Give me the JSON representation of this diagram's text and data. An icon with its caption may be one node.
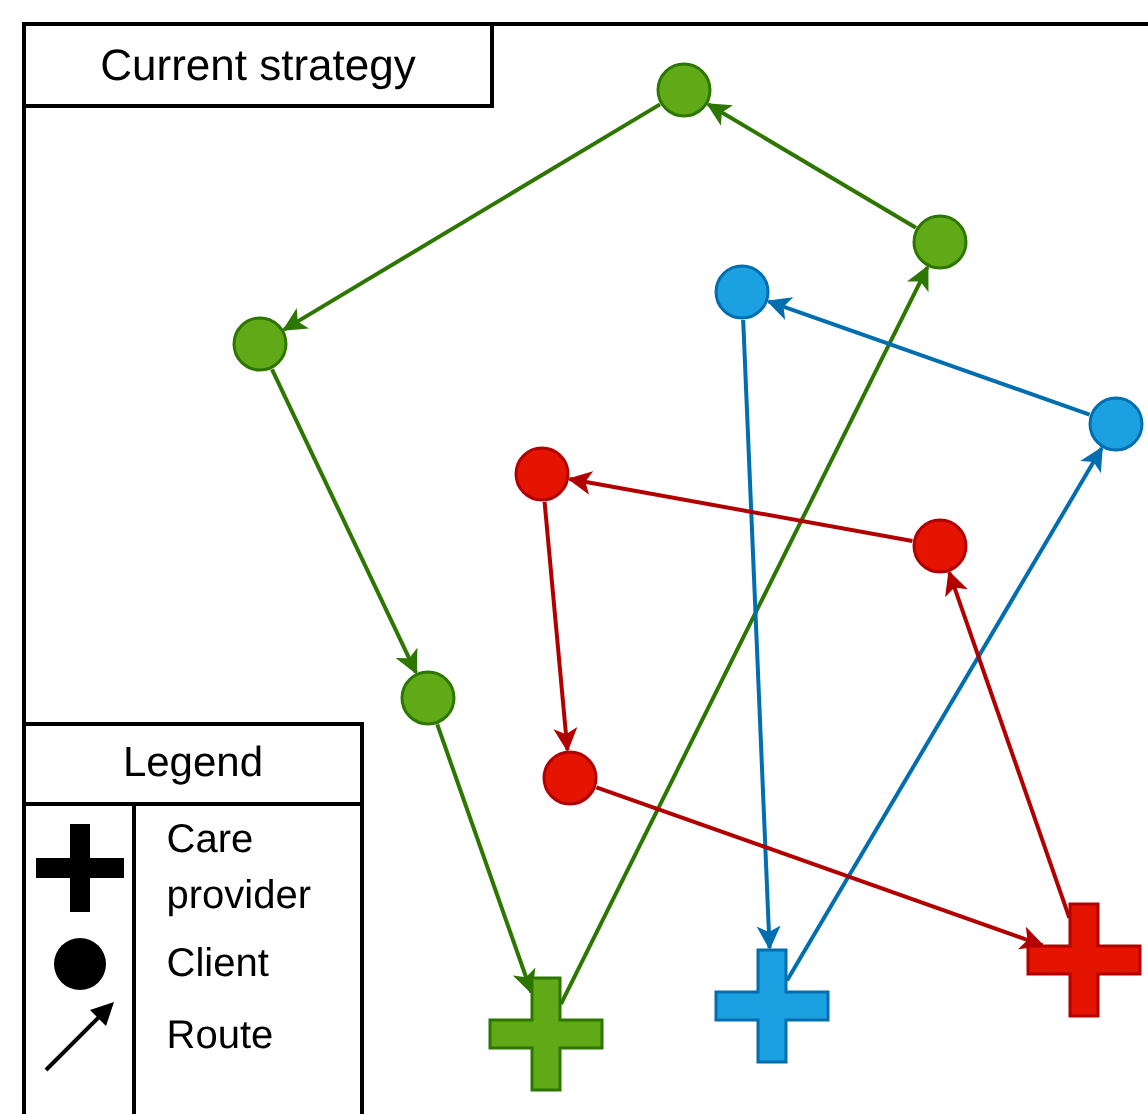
{
  "diagram": {
    "nodes": [
      {
        "text": [
          "Current strategy"
        ]
      },
      {
        "text": [],
        "shape": "circle",
        "in": 0
      },
      {
        "text": [],
        "shape": "circle",
        "in": 0
      },
      {
        "text": [],
        "shape": "circle",
        "in": 0
      },
      {
        "text": [],
        "shape": "circle",
        "in": 0
      },
      {
        "text": [],
        "shape": "circle",
        "in": 0
      },
      {
        "text": [],
        "shape": "circle",
        "in": 0
      },
      {
        "text": [],
        "shape": "circle",
        "in": 0
      },
      {
        "text": [],
        "shape": "circle",
        "in": 0
      },
      {
        "text": [],
        "shape": "circle",
        "in": 0
      },
      {
        "text": [],
        "shape": "cross",
        "in": 0
      },
      {
        "text": [],
        "shape": "cross",
        "in": 0
      },
      {
        "text": [],
        "shape": "cross",
        "in": 0
      }
    ],
    "edges": [
      {
        "from": 2,
        "to": 1,
        "arrow": "to"
      },
      {
        "from": 1,
        "to": 4,
        "arrow": "to"
      },
      {
        "from": 4,
        "to": 8,
        "arrow": "to"
      },
      {
        "from": 8,
        "to": 12,
        "arrow": "to"
      },
      {
        "from": 12,
        "to": 2,
        "arrow": "to"
      },
      {
        "from": 5,
        "to": 3,
        "arrow": "to",
        "color": "#006eaf"
      },
      {
        "from": 3,
        "to": 11,
        "arrow": "to",
        "color": "#006eaf"
      },
      {
        "from": 11,
        "to": 5,
        "arrow": "to",
        "color": "#006eaf"
      },
      {
        "from": 7,
        "to": 6,
        "arrow": "to",
        "color": "#b20000"
      },
      {
        "from": 6,
        "to": 9,
        "arrow": "to",
        "color": "#b20000"
      },
      {
        "from": 9,
        "to": 10,
        "arrow": "to",
        "color": "#b20000"
      },
      {
        "from": 10,
        "to": 7,
        "arrow": "to",
        "color": "#b20000"
      }
    ],
    "labels": [
      "Legend"
    ],
    "legend": [
      {
        "text": "Care provider"
      },
      {
        "text": "Client"
      },
      {
        "text": "Route"
      }
    ]
  }
}
